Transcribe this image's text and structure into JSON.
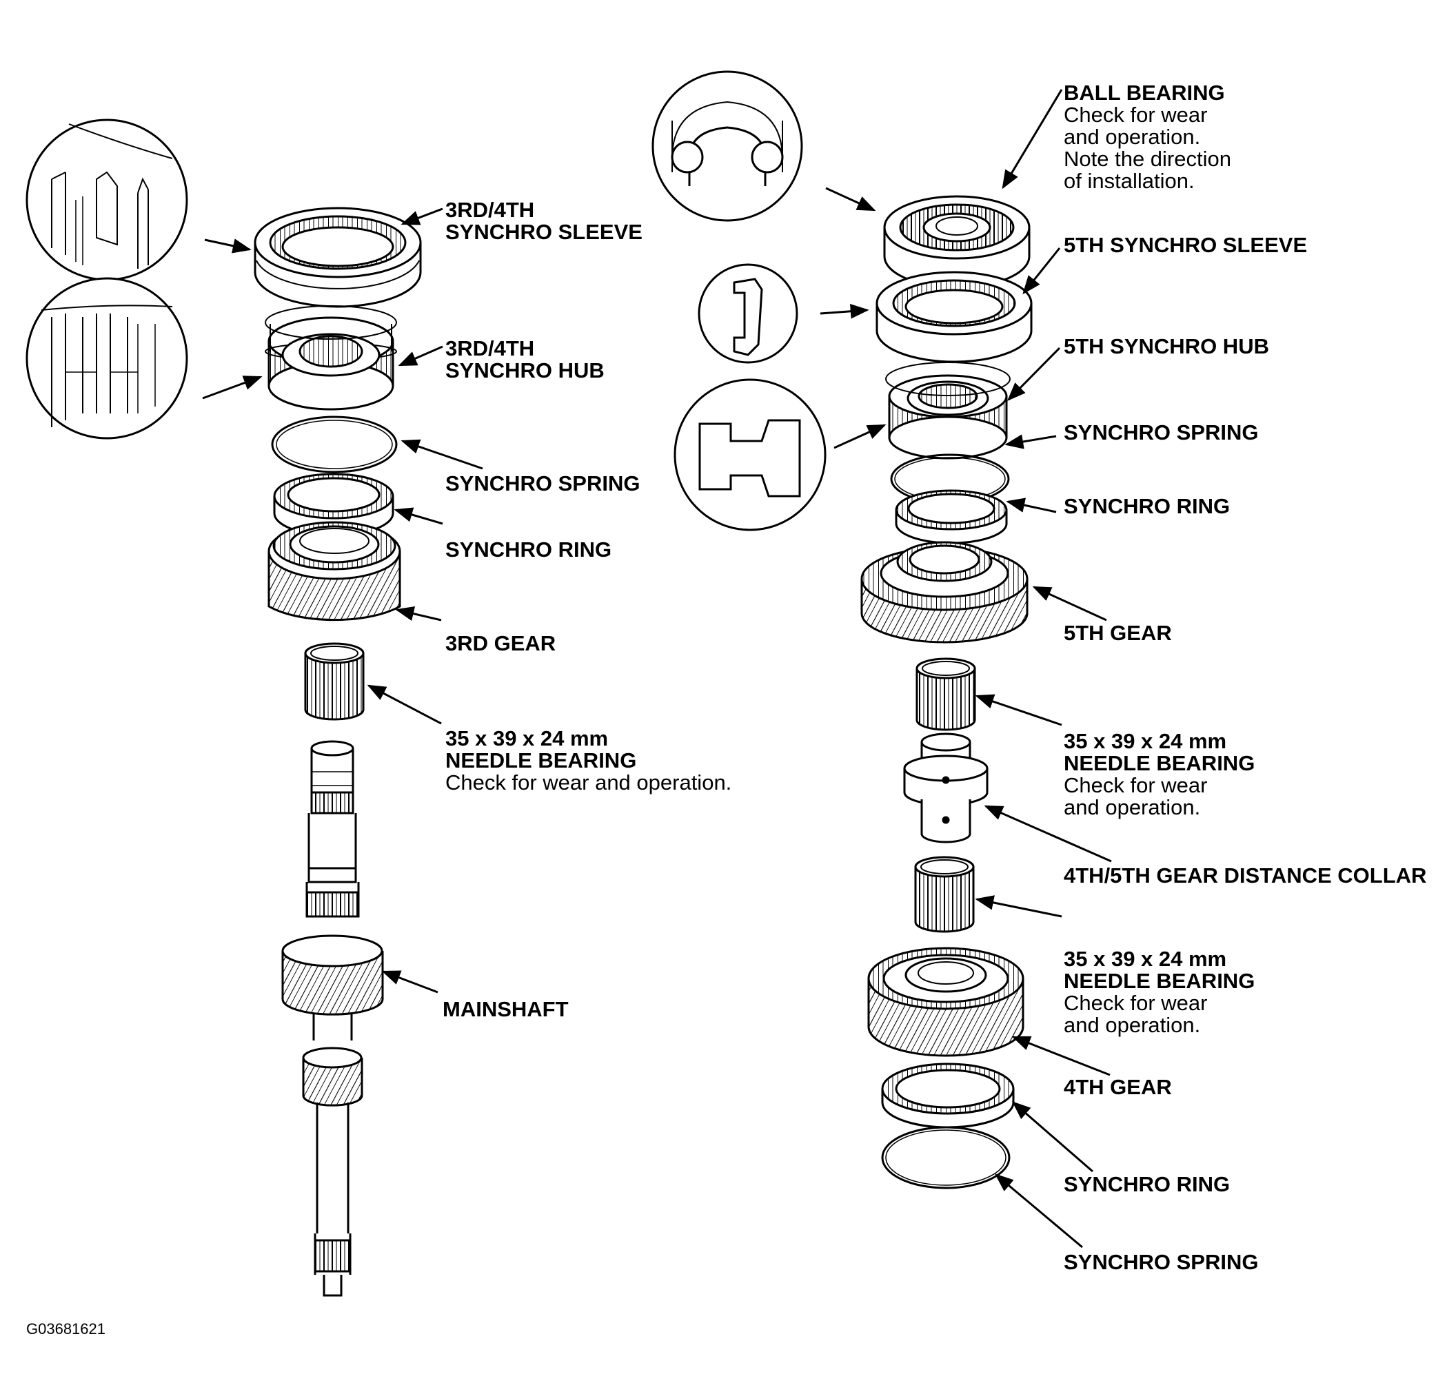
{
  "figure_id": "G03681621",
  "left_assembly": {
    "labels": {
      "sleeve_l1": "3RD/4TH",
      "sleeve_l2": "SYNCHRO SLEEVE",
      "hub_l1": "3RD/4TH",
      "hub_l2": "SYNCHRO HUB",
      "spring": "SYNCHRO SPRING",
      "ring": "SYNCHRO RING",
      "gear": "3RD GEAR",
      "needle_size": "35 x 39 x 24 mm",
      "needle_name": "NEEDLE BEARING",
      "needle_note": "Check for wear and operation.",
      "mainshaft": "MAINSHAFT"
    }
  },
  "right_assembly": {
    "labels": {
      "ball_bearing": "BALL BEARING",
      "ball_note_1": "Check for wear",
      "ball_note_2": "and operation.",
      "ball_note_3": "Note the direction",
      "ball_note_4": "of installation.",
      "sleeve": "5TH SYNCHRO SLEEVE",
      "hub": "5TH SYNCHRO HUB",
      "spring_top": "SYNCHRO SPRING",
      "ring_top": "SYNCHRO RING",
      "gear5": "5TH GEAR",
      "needle1_size": "35 x 39 x 24 mm",
      "needle1_name": "NEEDLE BEARING",
      "needle1_note_1": "Check for wear",
      "needle1_note_2": "and operation.",
      "collar": "4TH/5TH GEAR DISTANCE COLLAR",
      "needle2_size": "35 x 39 x 24 mm",
      "needle2_name": "NEEDLE BEARING",
      "needle2_note_1": "Check for wear",
      "needle2_note_2": "and operation.",
      "gear4": "4TH GEAR",
      "ring_bottom": "SYNCHRO RING",
      "spring_bottom": "SYNCHRO SPRING"
    }
  },
  "colors": {
    "ink": "#000000",
    "paper": "#ffffff",
    "shade": "#e8e8e8"
  }
}
